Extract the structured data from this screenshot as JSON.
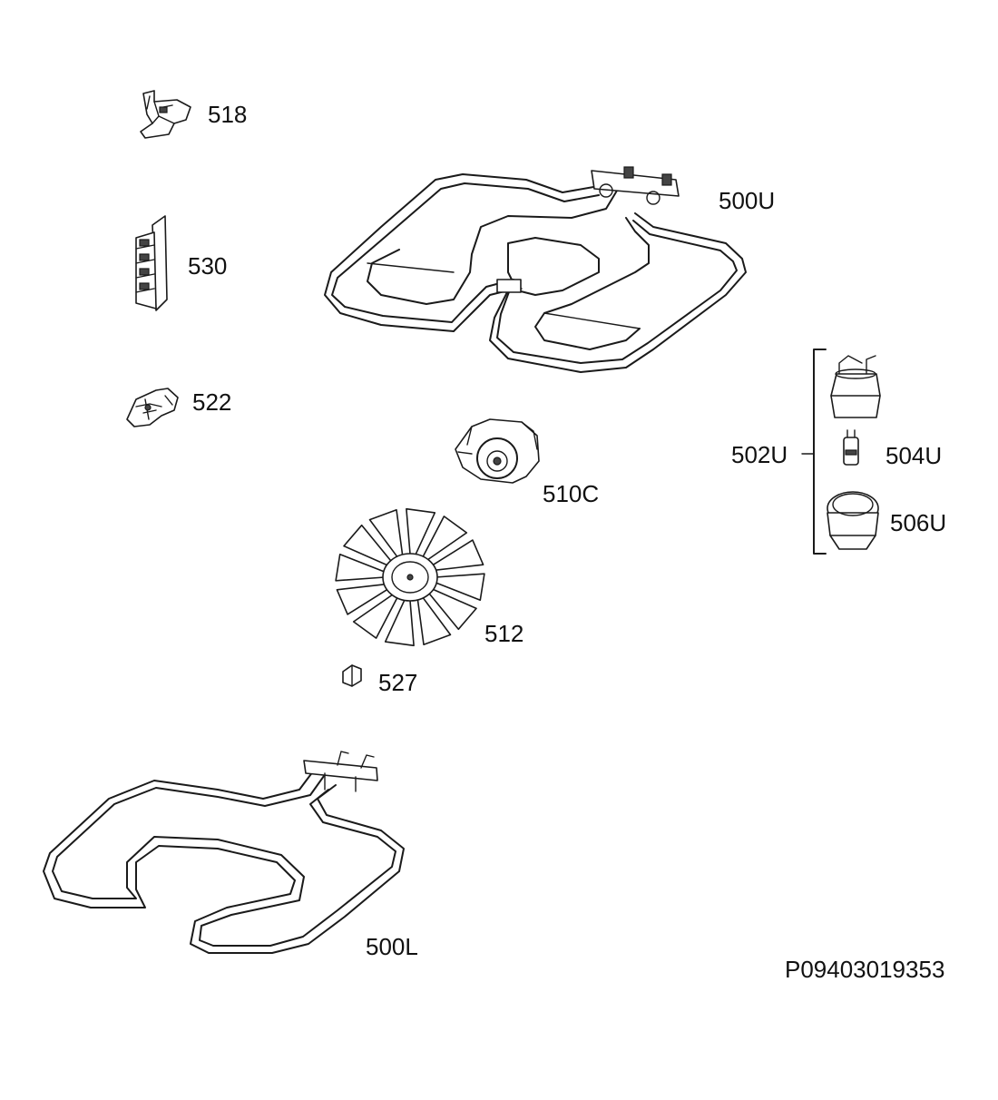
{
  "labels": {
    "p518": "518",
    "p530": "530",
    "p522": "522",
    "p500U": "500U",
    "p502U": "502U",
    "p504U": "504U",
    "p506U": "506U",
    "p510C": "510C",
    "p512": "512",
    "p527": "527",
    "p500L": "500L"
  },
  "drawing_code": "P09403019353"
}
